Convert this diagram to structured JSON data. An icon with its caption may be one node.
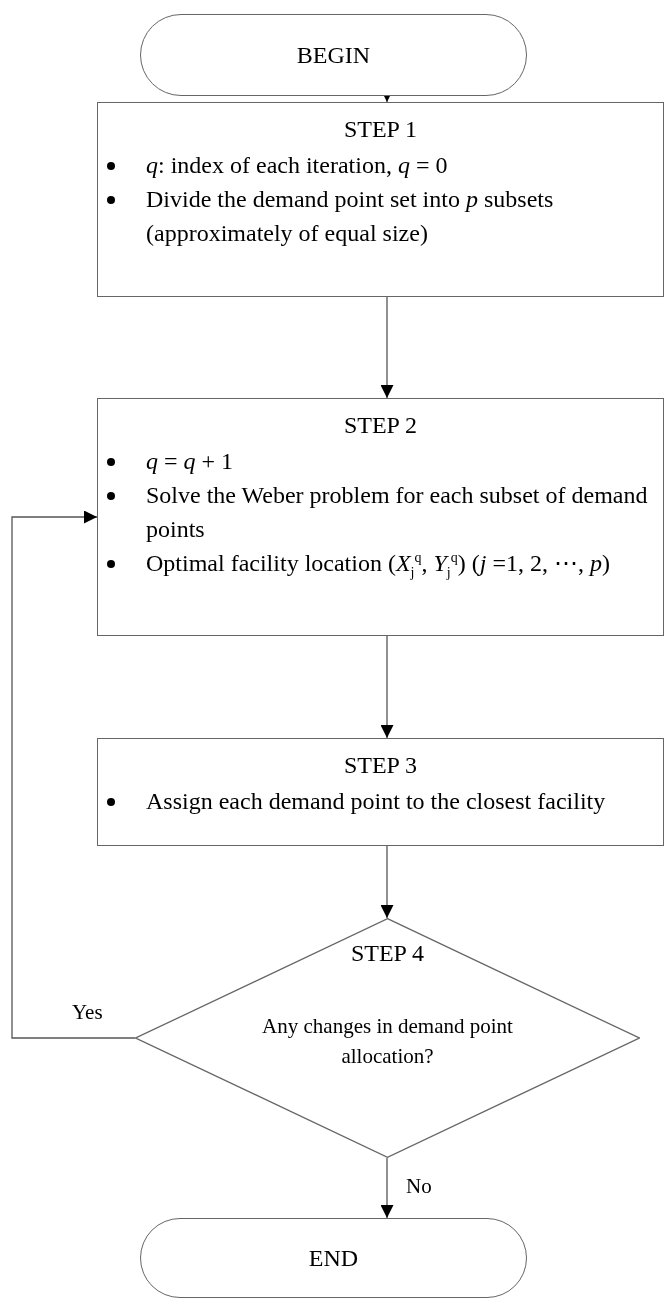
{
  "diagram": {
    "nodes": [
      {
        "text": [
          "BEGIN"
        ]
      },
      {
        "text": [
          "STEP 1",
          "*q*: index of each iteration, *q* = 0",
          "Divide the demand point set into *p* subsets (approximately of equal size)"
        ]
      },
      {
        "text": [
          "STEP 2",
          "*q* = *q* + 1",
          "Solve the Weber problem for each subset of demand points",
          "Optimal facility location (*X*$_{j}$$^{q}$, *Y*$_{j}$$^{q}$) (*j* =1, 2, ⋯, *p*)"
        ]
      },
      {
        "text": [
          "STEP 3",
          "Assign each demand point to the closest facility"
        ]
      },
      {
        "text": [
          "STEP 4",
          "Any changes in demand point allocation?"
        ]
      },
      {
        "text": [
          "END"
        ]
      }
    ],
    "edges": [
      {
        "from": 0,
        "to": 1,
        "arrow": "to"
      },
      {
        "from": 1,
        "to": 2,
        "arrow": "to"
      },
      {
        "from": 2,
        "to": 3,
        "arrow": "to"
      },
      {
        "from": 3,
        "to": 4,
        "arrow": "to"
      },
      {
        "from": 4,
        "to": 2,
        "arrow": "to",
        "label": "Yes"
      },
      {
        "from": 4,
        "to": 5,
        "arrow": "to",
        "label": "No"
      }
    ]
  }
}
